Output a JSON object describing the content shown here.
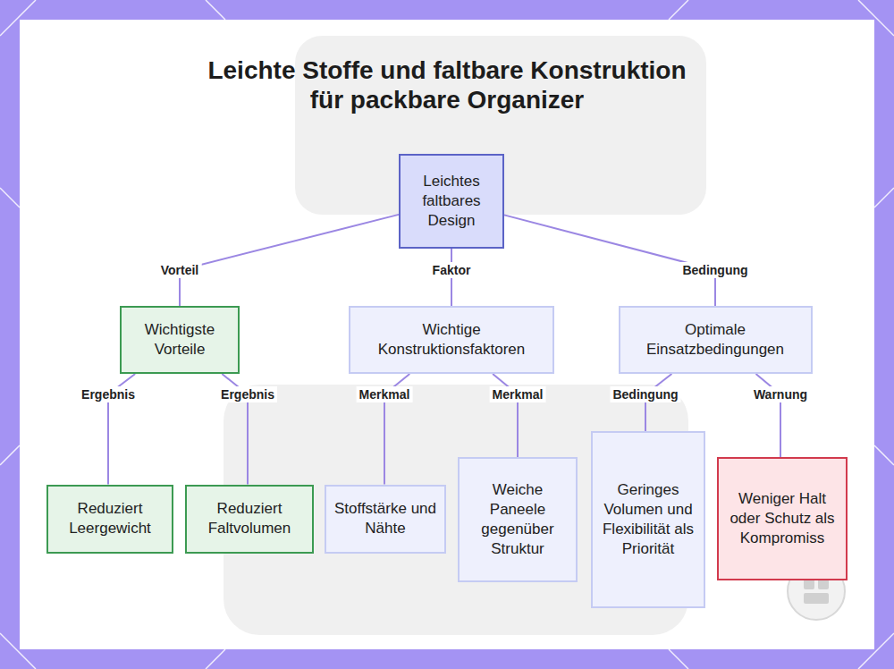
{
  "diagram": {
    "title": "Leichte Stoffe und faltbare Konstruktion für packbare Organizer",
    "nodes": [
      {
        "text": [
          "Leichtes faltbares Design"
        ]
      },
      {
        "text": [
          "Wichtigste Vorteile"
        ]
      },
      {
        "text": [
          "Wichtige Konstruktionsfaktoren"
        ]
      },
      {
        "text": [
          "Optimale Einsatzbedingungen"
        ]
      },
      {
        "text": [
          "Reduziert Leergewicht"
        ]
      },
      {
        "text": [
          "Reduziert Faltvolumen"
        ]
      },
      {
        "text": [
          "Stoffstärke und Nähte"
        ]
      },
      {
        "text": [
          "Weiche Paneele gegenüber Struktur"
        ]
      },
      {
        "text": [
          "Geringes Volumen und Flexibilität als Priorität"
        ]
      },
      {
        "text": [
          "Weniger Halt oder Schutz als Kompromiss"
        ]
      }
    ],
    "edges": [
      {
        "from": 0,
        "to": 1,
        "arrow": "none",
        "label": "Vorteil"
      },
      {
        "from": 0,
        "to": 2,
        "arrow": "none",
        "label": "Faktor"
      },
      {
        "from": 0,
        "to": 3,
        "arrow": "none",
        "label": "Bedingung"
      },
      {
        "from": 1,
        "to": 4,
        "arrow": "none",
        "label": "Ergebnis"
      },
      {
        "from": 1,
        "to": 5,
        "arrow": "none",
        "label": "Ergebnis"
      },
      {
        "from": 2,
        "to": 6,
        "arrow": "none",
        "label": "Merkmal"
      },
      {
        "from": 2,
        "to": 7,
        "arrow": "none",
        "label": "Merkmal"
      },
      {
        "from": 3,
        "to": 8,
        "arrow": "none",
        "label": "Bedingung"
      },
      {
        "from": 3,
        "to": 9,
        "arrow": "none",
        "label": "Warnung"
      }
    ]
  }
}
